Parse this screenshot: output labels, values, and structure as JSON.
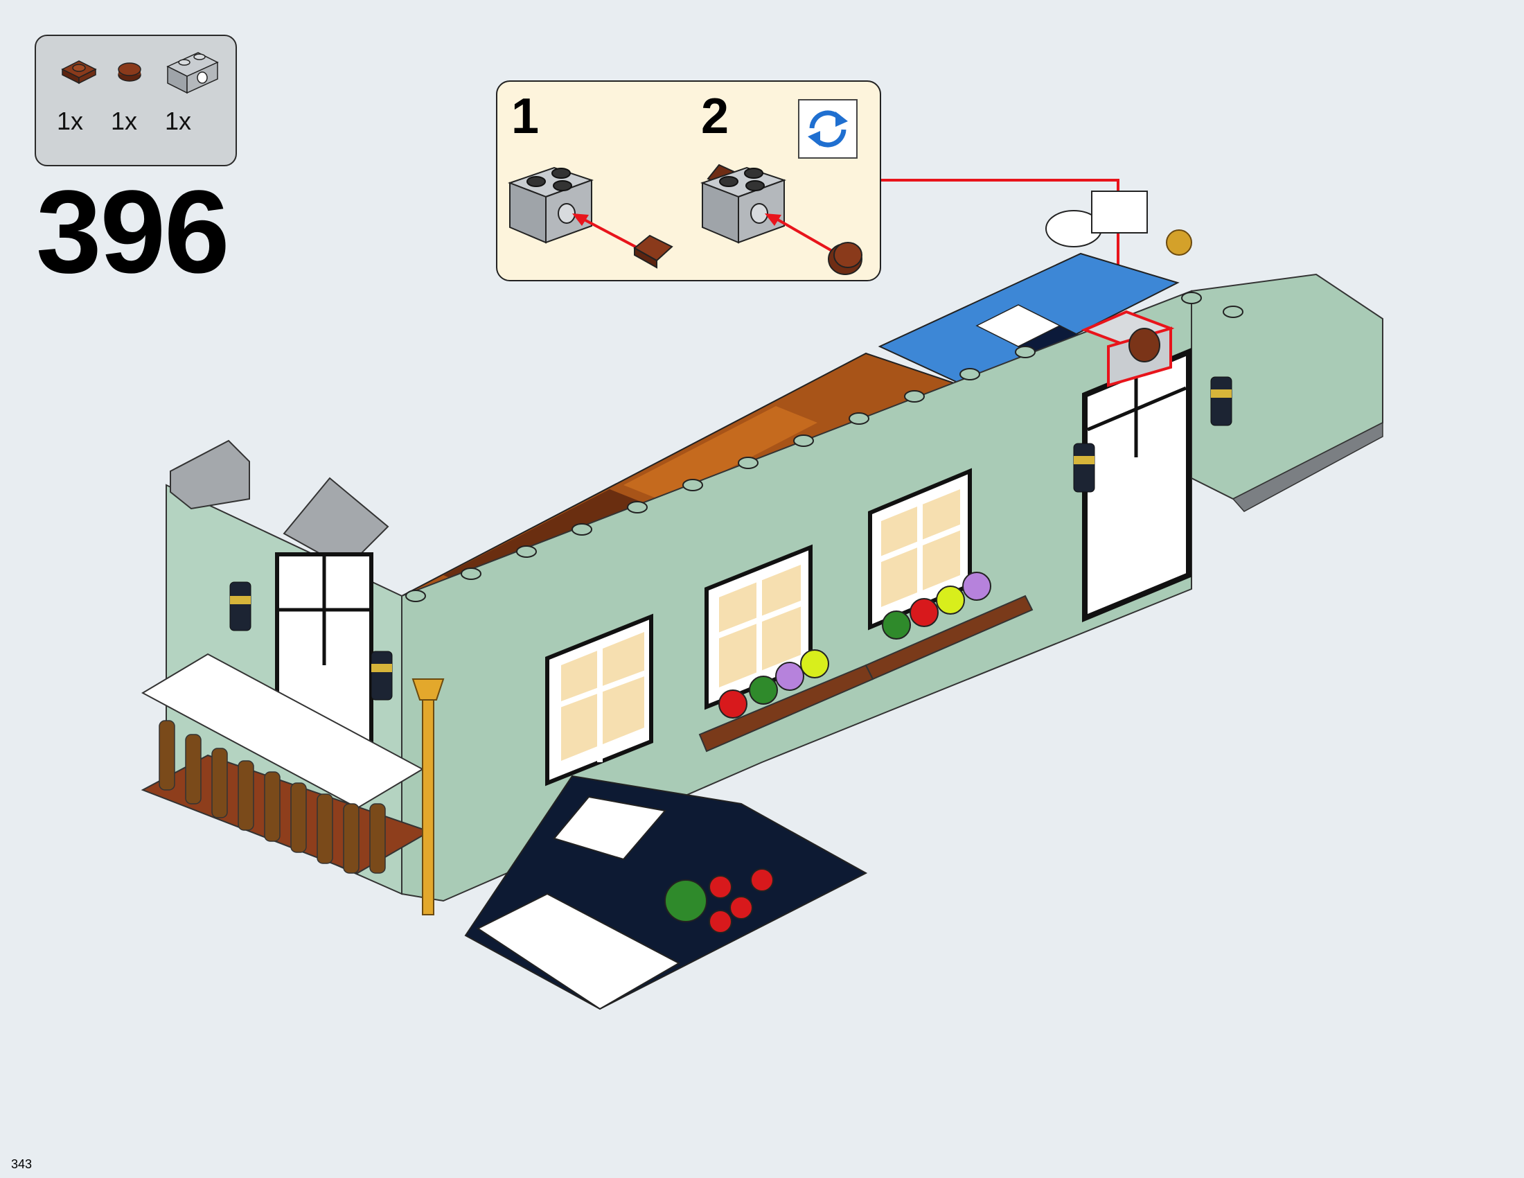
{
  "parts_list": [
    {
      "qty": "1x",
      "icon": "brown-plate-1x1-icon",
      "color": "#6b2e17"
    },
    {
      "qty": "1x",
      "icon": "brown-round-tile-icon",
      "color": "#7a3418"
    },
    {
      "qty": "1x",
      "icon": "gray-technic-brick-icon",
      "color": "#a9adb1"
    }
  ],
  "step": {
    "number": "396"
  },
  "substeps": [
    {
      "number": "1"
    },
    {
      "number": "2"
    }
  ],
  "rotate_icon": "rotate-model-icon",
  "page": {
    "number": "343"
  },
  "colors": {
    "background": "#e8edf1",
    "callout_fill": "#fdf4dc",
    "arrow": "#e8141b",
    "wall": "#a9cbb6",
    "roof": "#9a4a16",
    "brick_gray": "#a9adb1"
  }
}
